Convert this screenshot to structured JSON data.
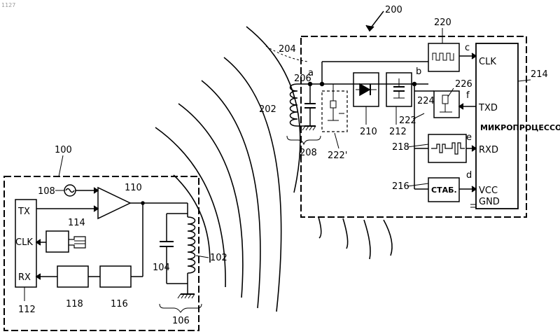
{
  "page_number": "1127",
  "reader": {
    "ref": "100",
    "coil_ref": "102",
    "capacitor_ref": "104",
    "ground_ref": "106",
    "oscillator_ref": "108",
    "amplifier_ref": "110",
    "controller_ref": "112",
    "clock_ref": "114",
    "block1_ref": "116",
    "block2_ref": "118",
    "pins": {
      "tx": "TX",
      "clk": "CLK",
      "rx": "RX"
    }
  },
  "transponder": {
    "ref": "200",
    "coil_ref": "202",
    "dashed_ref": "204",
    "node_ref": "206",
    "ground_ref": "208",
    "rectifier_ref": "210",
    "filter_ref": "212",
    "microprocessor_ref": "214",
    "stabilizer_ref": "216",
    "demod_ref": "218",
    "clock_ref": "220",
    "switch_ref": "222",
    "alt_switch_ref": "222'",
    "ref_224": "224",
    "ref_226": "226",
    "stabilizer_label": "СТАБ.",
    "microprocessor_label": "МИКРОПРОЦЕССОР",
    "pins": {
      "clk": "CLK",
      "txd": "TXD",
      "rxd": "RXD",
      "vcc": "VCC",
      "gnd": "GND"
    },
    "nodes": {
      "a": "a",
      "b": "b",
      "c": "c",
      "d": "d",
      "e": "e",
      "f": "f"
    }
  }
}
